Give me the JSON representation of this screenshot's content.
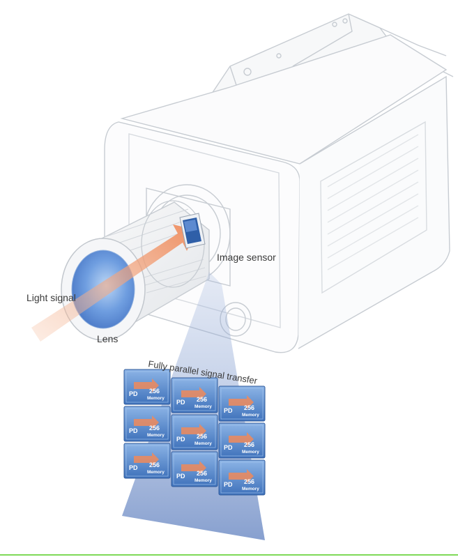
{
  "labels": {
    "light_signal": "Light signal",
    "lens": "Lens",
    "image_sensor": "Image sensor",
    "transfer_title": "Fully parallel signal transfer"
  },
  "cell": {
    "pd": "PD",
    "memory_count": "256",
    "memory_word": "Memory"
  },
  "grid": {
    "rows": 3,
    "cols": 3
  },
  "colors": {
    "outline": "#c9cdd2",
    "arrow": "#f2a27e",
    "lens_blue": "#5d8fd6",
    "sensor_blue": "#2f5fa8",
    "projection": "#6f8fc7",
    "cell_blue": "#4f86cc",
    "rule_green": "#7ed957"
  }
}
